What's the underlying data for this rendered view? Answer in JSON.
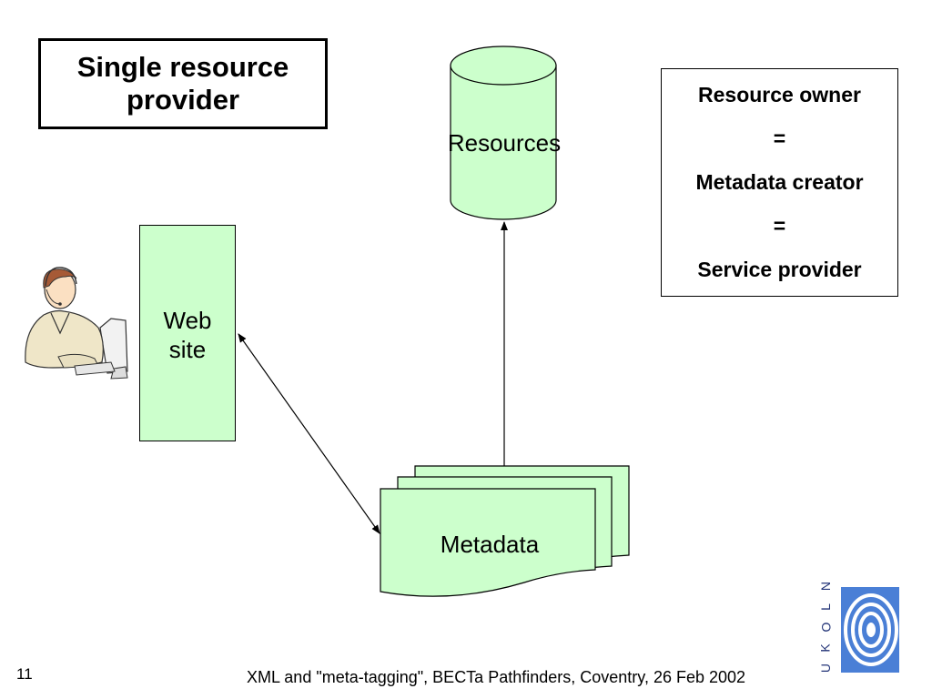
{
  "title": "Single resource\nprovider",
  "title_lines": [
    "Single resource",
    "provider"
  ],
  "equation": {
    "lines": [
      "Resource owner",
      "=",
      "Metadata creator",
      "=",
      "Service provider"
    ]
  },
  "nodes": {
    "resources": "Resources",
    "website_lines": [
      "Web",
      "site"
    ],
    "metadata": "Metadata"
  },
  "footer": {
    "slide_number": "11",
    "caption": "XML and \"meta-tagging\", BECTa Pathfinders, Coventry, 26 Feb 2002"
  },
  "logo": {
    "letters": [
      "U",
      "K",
      "O",
      "L",
      "N"
    ]
  },
  "colors": {
    "node_fill": "#ccffcc",
    "stroke": "#000000",
    "logo_blue": "#4a7fd6"
  },
  "icons": [
    "user-at-computer-icon",
    "ukoln-logo-icon"
  ]
}
